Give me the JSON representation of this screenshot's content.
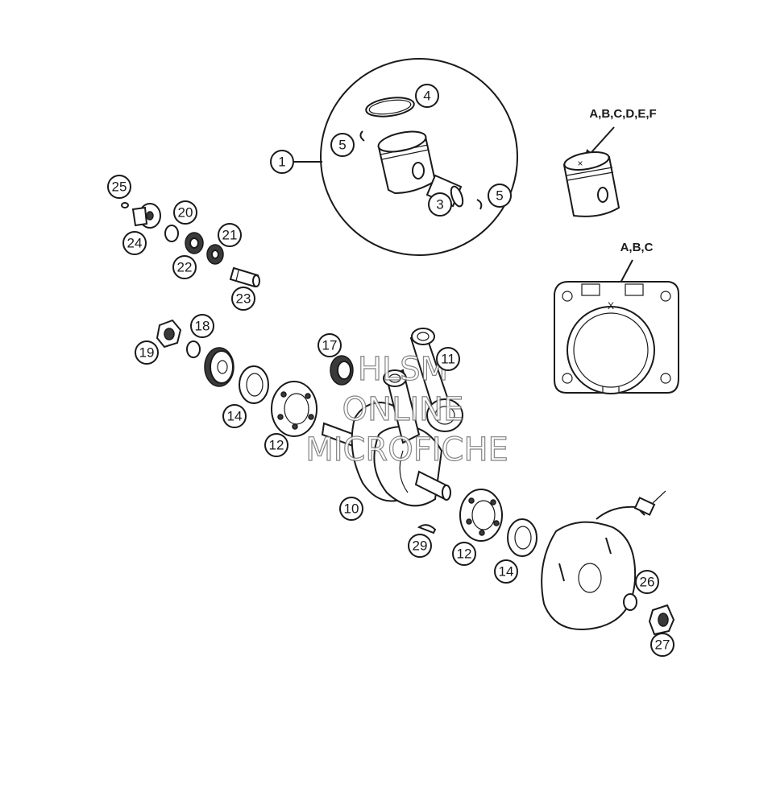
{
  "callouts": [
    "1",
    "3",
    "4",
    "5",
    "5",
    "10",
    "11",
    "12",
    "12",
    "14",
    "14",
    "17",
    "18",
    "19",
    "20",
    "21",
    "22",
    "23",
    "24",
    "25",
    "26",
    "27",
    "29"
  ],
  "variant_labels": {
    "piston": "A,B,C,D,E,F",
    "cylinder": "A,B,C"
  },
  "marks": {
    "piston": "×",
    "cylinder": "X"
  },
  "watermark": [
    "HLSM",
    "ONLINE",
    "MICROFICHE"
  ]
}
